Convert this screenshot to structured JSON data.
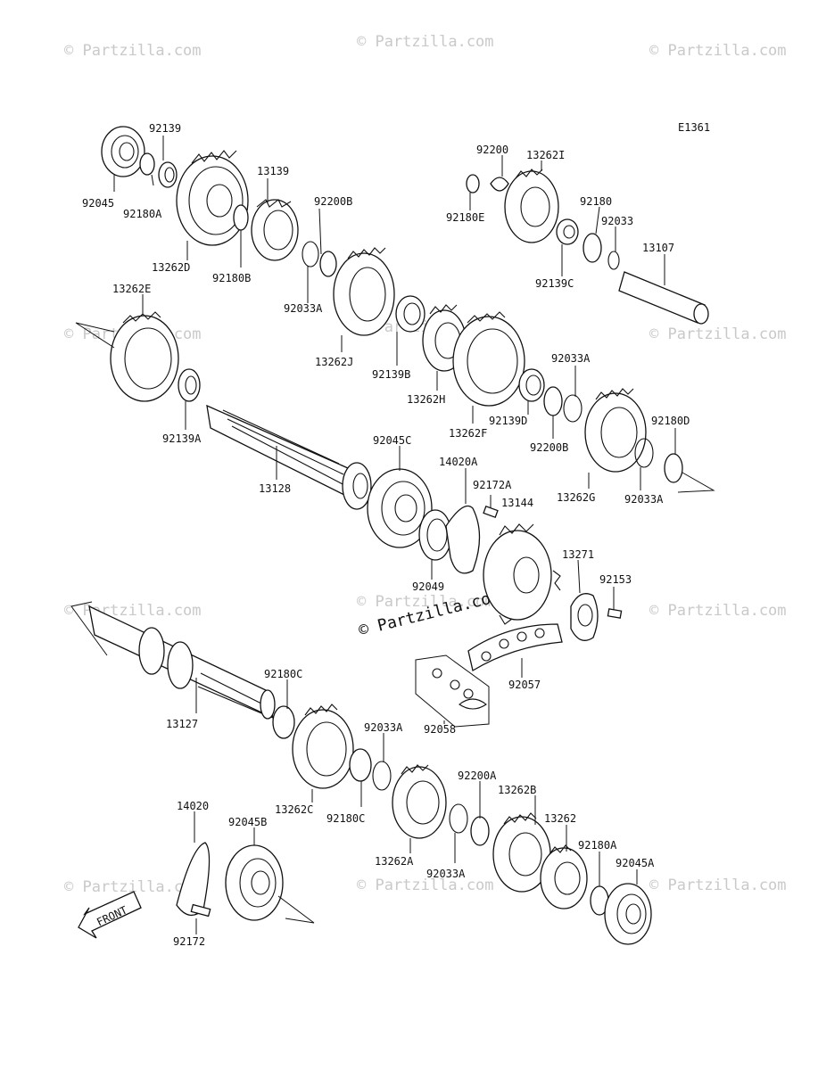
{
  "diagram_code": "E1361",
  "center_watermark": "© Partzilla.com",
  "watermarks": [
    "© Partzilla.com",
    "© Partzilla.com",
    "© Partzilla.com",
    "© Partzilla.com",
    "© Partzilla.com",
    "© Partzilla.com",
    "© Partzilla.com",
    "© Partzilla.com",
    "© Partzilla.com",
    "© Partzilla.com",
    "© Partzilla.com",
    "© Partzilla.com"
  ],
  "front_label": "FRONT",
  "part_labels": [
    "92139",
    "92045",
    "92180A",
    "13139",
    "13262D",
    "92180B",
    "92200B",
    "92033A",
    "13262E",
    "13262J",
    "92139A",
    "92139B",
    "13262H",
    "13262F",
    "92139D",
    "92033A",
    "92200B",
    "92180D",
    "13262G",
    "92033A",
    "13128",
    "92045C",
    "14020A",
    "92172A",
    "13144",
    "92049",
    "13271",
    "92153",
    "92057",
    "92058",
    "13127",
    "92180C",
    "92033A",
    "13262C",
    "92180C",
    "92200A",
    "13262B",
    "13262A",
    "92033A",
    "13262",
    "92180A",
    "92045A",
    "14020",
    "92045B",
    "92172",
    "92200",
    "13262I",
    "92180E",
    "92180",
    "92033",
    "13107",
    "92139C"
  ]
}
